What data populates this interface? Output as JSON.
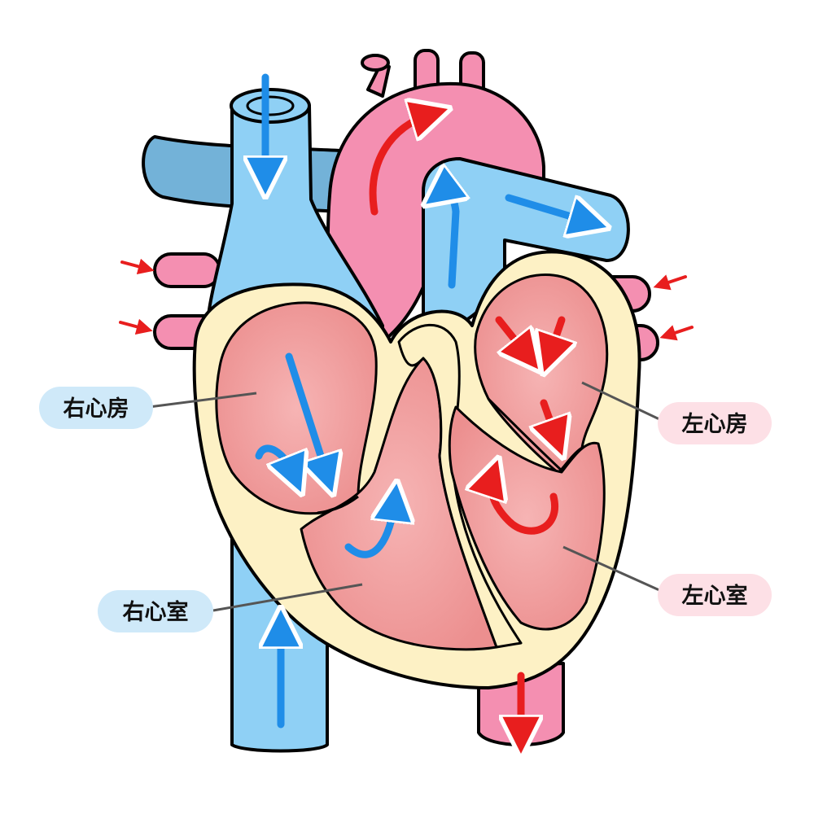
{
  "labels": {
    "right_atrium": "右心房",
    "right_ventricle": "右心室",
    "left_atrium": "左心房",
    "left_ventricle": "左心室"
  },
  "colors": {
    "deoxygenated_vessel": "#8fd0f5",
    "oxygenated_vessel": "#f48fb1",
    "heart_wall": "#fdf1c5",
    "chamber": "#f3a7a7",
    "blue_arrow": "#1f8de8",
    "red_arrow": "#e81e1e",
    "right_label_bg": "#cfe9f9",
    "left_label_bg": "#fde0e6"
  }
}
